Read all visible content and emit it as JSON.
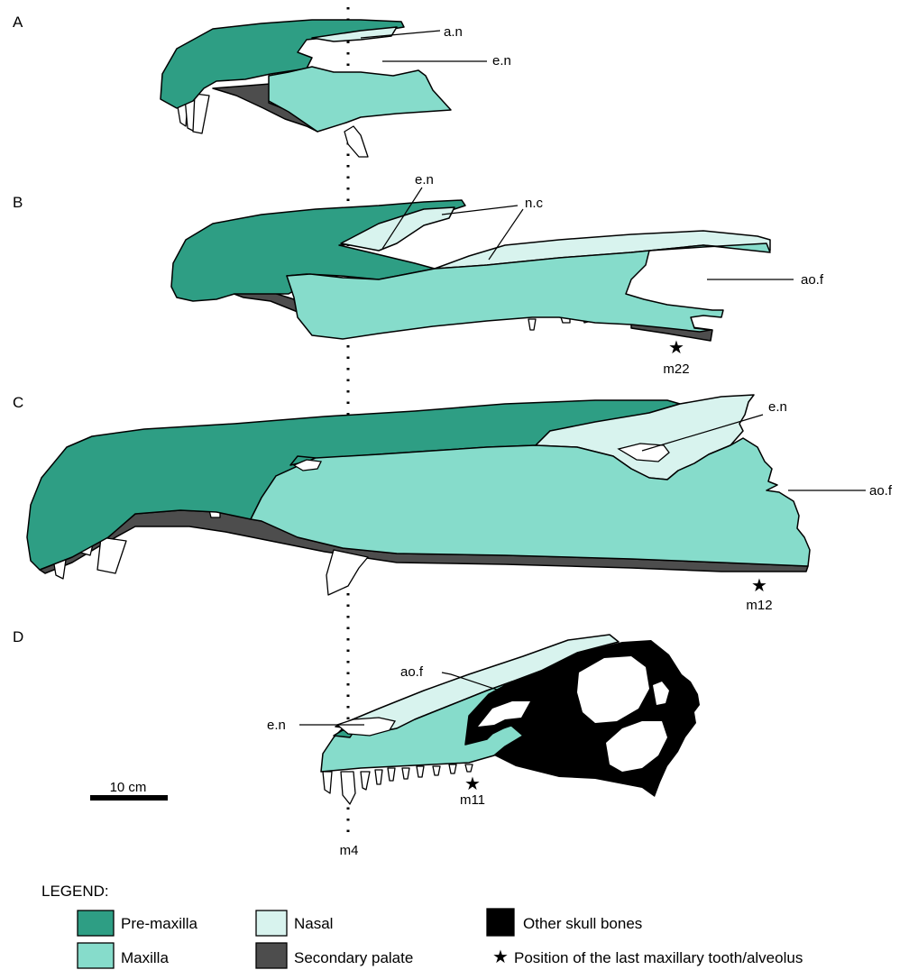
{
  "colors": {
    "premaxilla": "#2e9e84",
    "maxilla": "#86dccb",
    "nasal": "#d8f3ee",
    "secondary_palate": "#4d4d4d",
    "other_skull_bones": "#000000"
  },
  "panels": {
    "a": {
      "letter": "A",
      "labels": {
        "an": "a.n",
        "en": "e.n"
      }
    },
    "b": {
      "letter": "B",
      "labels": {
        "en": "e.n",
        "nc": "n.c",
        "aof": "ao.f",
        "tooth": "m22"
      }
    },
    "c": {
      "letter": "C",
      "labels": {
        "en": "e.n",
        "aof": "ao.f",
        "tooth": "m12"
      }
    },
    "d": {
      "letter": "D",
      "labels": {
        "aof": "ao.f",
        "en": "e.n",
        "tooth": "m11"
      }
    }
  },
  "reference_line": {
    "label": "m4"
  },
  "scale_bar": {
    "label": "10 cm"
  },
  "legend": {
    "title": "LEGEND:",
    "items": [
      {
        "label": "Pre-maxilla",
        "color_key": "premaxilla"
      },
      {
        "label": "Nasal",
        "color_key": "nasal"
      },
      {
        "label": "Other skull bones",
        "color_key": "other_skull_bones"
      },
      {
        "label": "Maxilla",
        "color_key": "maxilla"
      },
      {
        "label": "Secondary palate",
        "color_key": "secondary_palate"
      }
    ],
    "star_symbol": "★",
    "star_note": "Position of the last maxillary tooth/alveolus"
  }
}
